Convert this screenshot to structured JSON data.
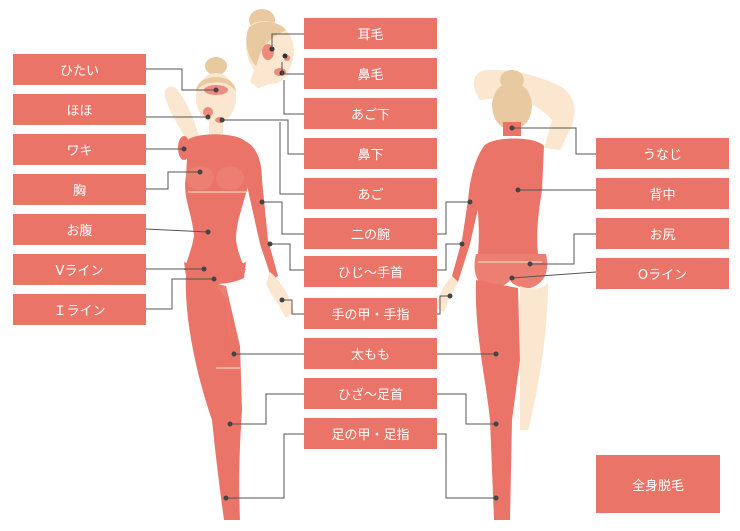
{
  "labels": {
    "forehead": "ひたい",
    "cheek": "ほほ",
    "underarm": "ワキ",
    "chest": "胸",
    "belly": "お腹",
    "v_line": "Vライン",
    "i_line": "Ｉライン",
    "ear_hair": "耳毛",
    "nose_hair": "鼻毛",
    "under_chin": "あご下",
    "under_nose": "鼻下",
    "chin": "あご",
    "upper_arm": "二の腕",
    "elbow_wrist": "ひじ～手首",
    "hand_fingers": "手の甲・手指",
    "thigh": "太もも",
    "knee_ankle": "ひざ～足首",
    "foot_toes": "足の甲・足指",
    "nape": "うなじ",
    "back": "背中",
    "buttocks": "お尻",
    "o_line": "Oライン",
    "full_body": "全身脱毛"
  },
  "colors": {
    "label_bg": "#ea7468",
    "label_text": "#ffffff",
    "skin": "#fbe6d0",
    "skin_shade": "#f5d3b5",
    "highlight": "#ea7468",
    "hair": "#e9c9a0",
    "connector": "#555555"
  }
}
